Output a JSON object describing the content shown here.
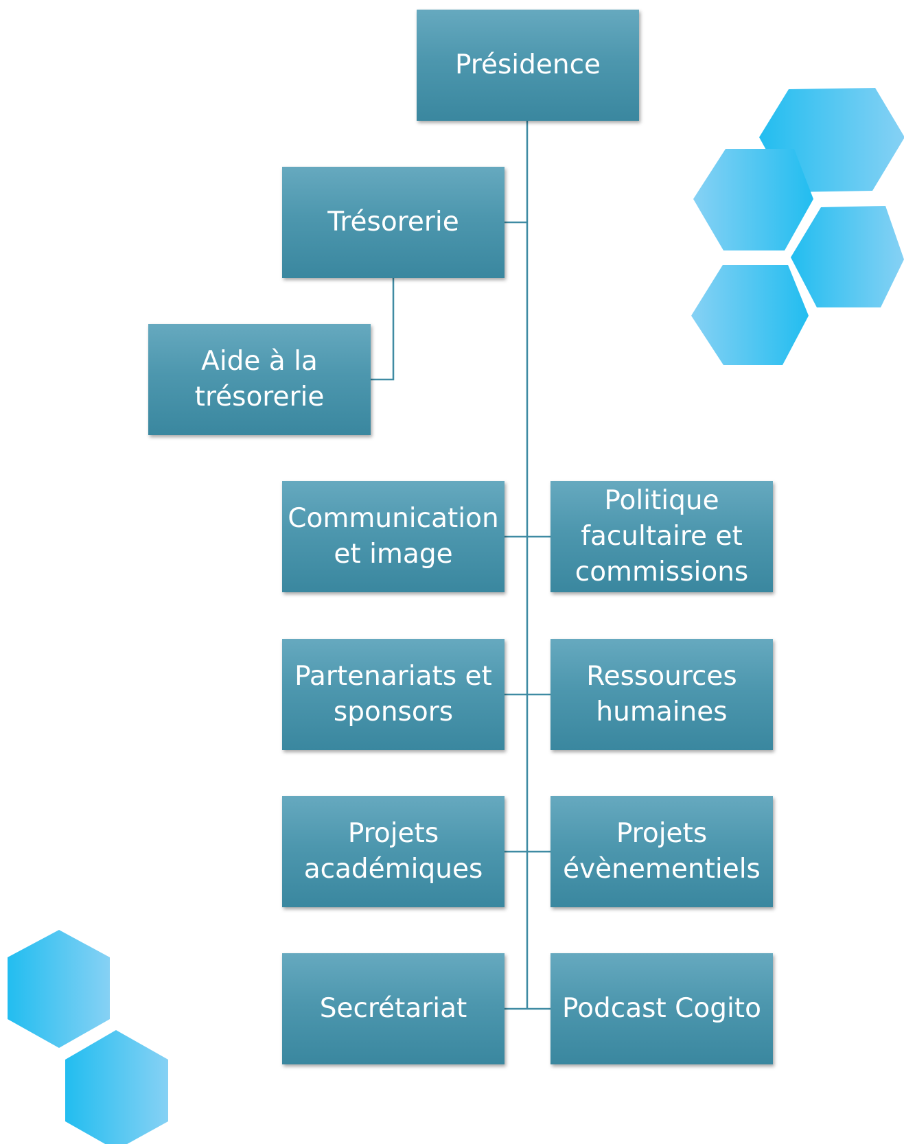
{
  "diagram": {
    "root": {
      "id": "presidence",
      "label": "Présidence"
    },
    "nodes": [
      {
        "id": "tresorerie",
        "label": "Trésorerie",
        "parent": "presidence"
      },
      {
        "id": "aide-tresorerie",
        "label": "Aide à la\ntrésorerie",
        "parent": "tresorerie"
      },
      {
        "id": "communication",
        "label": "Communication\net image",
        "parent": "presidence"
      },
      {
        "id": "politique",
        "label": "Politique\nfacultaire et\ncommissions",
        "parent": "presidence"
      },
      {
        "id": "partenariats",
        "label": "Partenariats et\nsponsors",
        "parent": "presidence"
      },
      {
        "id": "ressources",
        "label": "Ressources\nhumaines",
        "parent": "presidence"
      },
      {
        "id": "projets-academiques",
        "label": "Projets\nacadémiques",
        "parent": "presidence"
      },
      {
        "id": "projets-evenementiels",
        "label": "Projets\névènementiels",
        "parent": "presidence"
      },
      {
        "id": "secretariat",
        "label": "Secrétariat",
        "parent": "presidence"
      },
      {
        "id": "podcast",
        "label": "Podcast Cogito",
        "parent": "presidence"
      }
    ],
    "colors": {
      "box_top": "#66a9bf",
      "box_bottom": "#3a879f",
      "connector": "#3f8ba3",
      "text": "#ffffff",
      "hex_light": "#82cff4",
      "hex_dark": "#22bdf0"
    },
    "decorations": [
      {
        "name": "hexagon-cluster-top-right",
        "shape": "hexagon",
        "count": 4
      },
      {
        "name": "hexagon-cluster-bottom-left",
        "shape": "hexagon",
        "count": 2
      }
    ]
  }
}
